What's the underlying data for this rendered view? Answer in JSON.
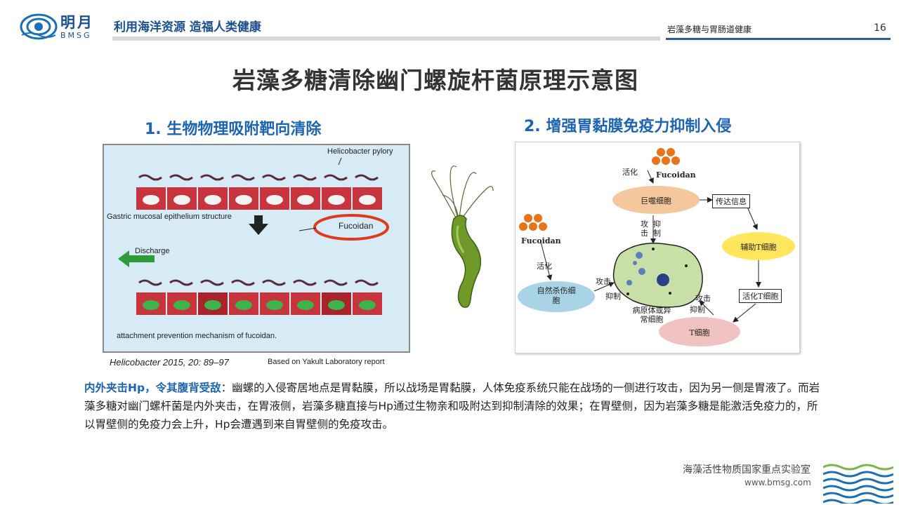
{
  "header": {
    "logo_cn": "明月",
    "logo_en": "BMSG",
    "slogan": "利用海洋资源 造福人类健康",
    "topic": "岩藻多糖与胃肠道健康",
    "page_number": "16"
  },
  "title": "岩藻多糖清除幽门螺旋杆菌原理示意图",
  "section1": {
    "heading": "1. 生物物理吸附靶向清除",
    "figure_labels": {
      "bacteria": "Helicobacter pylory",
      "epithelium": "Gastric mucosal epithelium structure",
      "fucoidan": "Fucoidan",
      "discharge": "Discharge",
      "caption": "attachment prevention mechanism of fucoidan."
    },
    "citation_italic": "Helicobacter 2015, 20: 89–97",
    "citation_source": "Based on Yakult Laboratory report"
  },
  "section2": {
    "heading": "2. 增强胃黏膜免疫力抑制入侵",
    "diagram": {
      "activate_top": "活化",
      "fucoidan_top": "Fucoidan",
      "macrophage": "巨噬细胞",
      "transmit": "传达信息",
      "attack_v": "攻击",
      "inhibit_v": "抑制",
      "helper_t": "辅助T细胞",
      "fucoidan_left": "Fucoidan",
      "activate_left": "活化",
      "nk_cell": "自然杀伤细胞",
      "attack_left": "攻击",
      "inhibit_left": "抑制",
      "pathogen": "病原体或异常细胞",
      "activated_t": "活化T细胞",
      "attack_right": "攻击",
      "inhibit_right": "抑制",
      "t_cell": "T细胞"
    }
  },
  "paragraph": {
    "highlight": "内外夹击Hp，令其腹背受敌",
    "body": "：幽螺的入侵寄居地点是胃黏膜，所以战场是胃黏膜，人体免疫系统只能在战场的一侧进行攻击，因为另一侧是胃液了。而岩藻多糖对幽门螺杆菌是内外夹击，在胃液侧，岩藻多糖直接与Hp通过生物亲和吸附达到抑制清除的效果；在胃壁侧，因为岩藻多糖是能激活免疫力的，所以胃壁侧的免疫力会上升，Hp会遭遇到来自胃壁侧的免疫攻击。"
  },
  "footer": {
    "lab_name": "海藻活性物质国家重点实验室",
    "url": "www.bmsg.com"
  },
  "colors": {
    "brand_blue": "#1a4f8f",
    "heading_blue": "#1d64b2",
    "macrophage": "#f5c79c",
    "helper_t": "#ffe65c",
    "nk_cell": "#a9d4e8",
    "t_cell": "#f0c3c0",
    "pathogen": "#c9dfa8"
  }
}
